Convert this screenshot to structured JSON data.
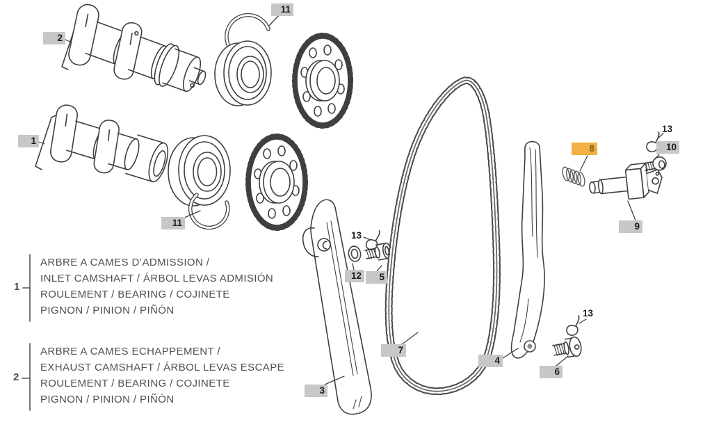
{
  "diagram_title": "Camshaft / timing chain exploded parts diagram",
  "colors": {
    "badge_bg": "#c7c7c7",
    "badge_highlight_bg": "#f3b044",
    "badge_text": "#1c1c1c",
    "badge_highlight_text": "#7d5d20",
    "line_art": "#3f3f3f",
    "caption_text": "#4f4f4f"
  },
  "labels": {
    "b1": "1",
    "b2": "2",
    "b3": "3",
    "b4": "4",
    "b5": "5",
    "b6": "6",
    "b7": "7",
    "b8": "8",
    "b9": "9",
    "b10": "10",
    "b11_top": "11",
    "b11_mid": "11",
    "b12": "12",
    "t13_mid": "13",
    "t13_top_right": "13",
    "t13_bottom_right": "13"
  },
  "highlighted_part": "8",
  "captions": {
    "item1": {
      "number": "1",
      "lines": [
        "ARBRE A CAMES D’ADMISSION /",
        "INLET CAMSHAFT / ÁRBOL LEVAS ADMISIÓN",
        "ROULEMENT / BEARING / COJINETE",
        "PIGNON / PINION / PIÑÓN"
      ]
    },
    "item2": {
      "number": "2",
      "lines": [
        "ARBRE A CAMES ECHAPPEMENT /",
        "EXHAUST CAMSHAFT / ÁRBOL LEVAS ESCAPE",
        "ROULEMENT / BEARING / COJINETE",
        "PIGNON / PINION / PIÑÓN"
      ]
    }
  }
}
